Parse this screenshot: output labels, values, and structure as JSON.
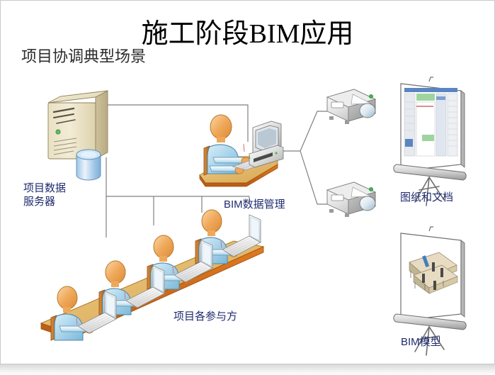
{
  "slide": {
    "title": "施工阶段BIM应用",
    "subtitle": "项目协调典型场景",
    "background_color": "#ffffff",
    "border_color": "#c9c9c9",
    "label_color": "#1f2a6e",
    "title_color": "#000000",
    "connector_color": "#808080"
  },
  "nodes": {
    "server": {
      "label_line1": "项目数据",
      "label_line2": "服务器",
      "icon": "tower-server-icon",
      "badge_icon": "database-cylinder-icon"
    },
    "bim_manager": {
      "label": "BIM数据管理",
      "icon": "person-at-desktop-computer-icon"
    },
    "participants": {
      "label": "项目各参与方",
      "icon": "people-with-laptops-icon",
      "count": 4
    },
    "projector_top": {
      "icon": "projector-icon"
    },
    "projector_bottom": {
      "icon": "projector-icon"
    },
    "screen_documents": {
      "label": "图纸和文档",
      "icon": "projection-screen-documents-icon"
    },
    "screen_model": {
      "label": "BIM模型",
      "icon": "projection-screen-bim-model-icon"
    }
  }
}
